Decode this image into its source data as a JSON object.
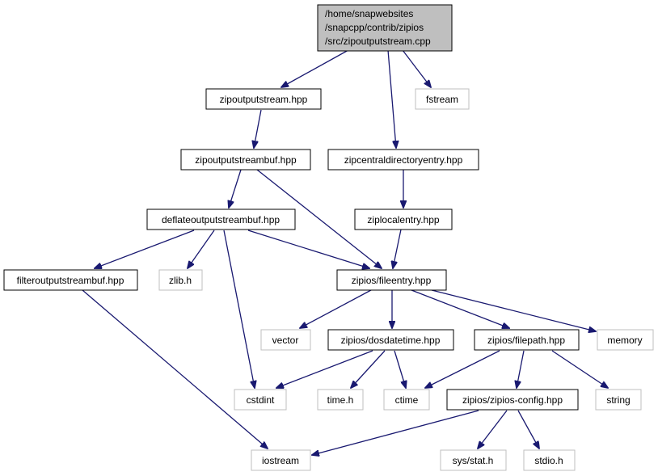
{
  "colors": {
    "edge": "#191970",
    "root_fill": "#bfbfbf",
    "documented_border": "#000000",
    "external_border": "#bfbfbf",
    "text": "#000000"
  },
  "graph": {
    "root": {
      "id": "zipoutputstream-cpp",
      "lines": [
        "/home/snapwebsites",
        "/snapcpp/contrib/zipios",
        "/src/zipoutputstream.cpp"
      ]
    },
    "nodes": [
      {
        "id": "zipoutputstream-hpp",
        "label": "zipoutputstream.hpp",
        "kind": "documented"
      },
      {
        "id": "fstream",
        "label": "fstream",
        "kind": "external"
      },
      {
        "id": "zipoutputstreambuf-hpp",
        "label": "zipoutputstreambuf.hpp",
        "kind": "documented"
      },
      {
        "id": "zipcentraldirectoryentry-hpp",
        "label": "zipcentraldirectoryentry.hpp",
        "kind": "documented"
      },
      {
        "id": "deflateoutputstreambuf-hpp",
        "label": "deflateoutputstreambuf.hpp",
        "kind": "documented"
      },
      {
        "id": "ziplocalentry-hpp",
        "label": "ziplocalentry.hpp",
        "kind": "documented"
      },
      {
        "id": "filteroutputstreambuf-hpp",
        "label": "filteroutputstreambuf.hpp",
        "kind": "documented"
      },
      {
        "id": "zlib-h",
        "label": "zlib.h",
        "kind": "external"
      },
      {
        "id": "fileentry-hpp",
        "label": "zipios/fileentry.hpp",
        "kind": "documented"
      },
      {
        "id": "vector",
        "label": "vector",
        "kind": "external"
      },
      {
        "id": "dosdatetime-hpp",
        "label": "zipios/dosdatetime.hpp",
        "kind": "documented"
      },
      {
        "id": "filepath-hpp",
        "label": "zipios/filepath.hpp",
        "kind": "documented"
      },
      {
        "id": "memory",
        "label": "memory",
        "kind": "external"
      },
      {
        "id": "cstdint",
        "label": "cstdint",
        "kind": "external"
      },
      {
        "id": "time-h",
        "label": "time.h",
        "kind": "external"
      },
      {
        "id": "ctime",
        "label": "ctime",
        "kind": "external"
      },
      {
        "id": "zipios-config-hpp",
        "label": "zipios/zipios-config.hpp",
        "kind": "documented"
      },
      {
        "id": "string",
        "label": "string",
        "kind": "external"
      },
      {
        "id": "iostream",
        "label": "iostream",
        "kind": "external"
      },
      {
        "id": "sys-stat-h",
        "label": "sys/stat.h",
        "kind": "external"
      },
      {
        "id": "stdio-h",
        "label": "stdio.h",
        "kind": "external"
      }
    ],
    "edges": [
      [
        "zipoutputstream-cpp",
        "zipoutputstream-hpp"
      ],
      [
        "zipoutputstream-cpp",
        "zipcentraldirectoryentry-hpp"
      ],
      [
        "zipoutputstream-cpp",
        "fstream"
      ],
      [
        "zipoutputstream-hpp",
        "zipoutputstreambuf-hpp"
      ],
      [
        "zipoutputstreambuf-hpp",
        "deflateoutputstreambuf-hpp"
      ],
      [
        "zipoutputstreambuf-hpp",
        "fileentry-hpp"
      ],
      [
        "zipcentraldirectoryentry-hpp",
        "ziplocalentry-hpp"
      ],
      [
        "ziplocalentry-hpp",
        "fileentry-hpp"
      ],
      [
        "deflateoutputstreambuf-hpp",
        "filteroutputstreambuf-hpp"
      ],
      [
        "deflateoutputstreambuf-hpp",
        "zlib-h"
      ],
      [
        "deflateoutputstreambuf-hpp",
        "fileentry-hpp"
      ],
      [
        "deflateoutputstreambuf-hpp",
        "cstdint"
      ],
      [
        "filteroutputstreambuf-hpp",
        "iostream"
      ],
      [
        "fileentry-hpp",
        "vector"
      ],
      [
        "fileentry-hpp",
        "dosdatetime-hpp"
      ],
      [
        "fileentry-hpp",
        "filepath-hpp"
      ],
      [
        "fileentry-hpp",
        "memory"
      ],
      [
        "dosdatetime-hpp",
        "cstdint"
      ],
      [
        "dosdatetime-hpp",
        "time-h"
      ],
      [
        "dosdatetime-hpp",
        "ctime"
      ],
      [
        "filepath-hpp",
        "ctime"
      ],
      [
        "filepath-hpp",
        "zipios-config-hpp"
      ],
      [
        "filepath-hpp",
        "string"
      ],
      [
        "zipios-config-hpp",
        "iostream"
      ],
      [
        "zipios-config-hpp",
        "sys-stat-h"
      ],
      [
        "zipios-config-hpp",
        "stdio-h"
      ]
    ]
  }
}
